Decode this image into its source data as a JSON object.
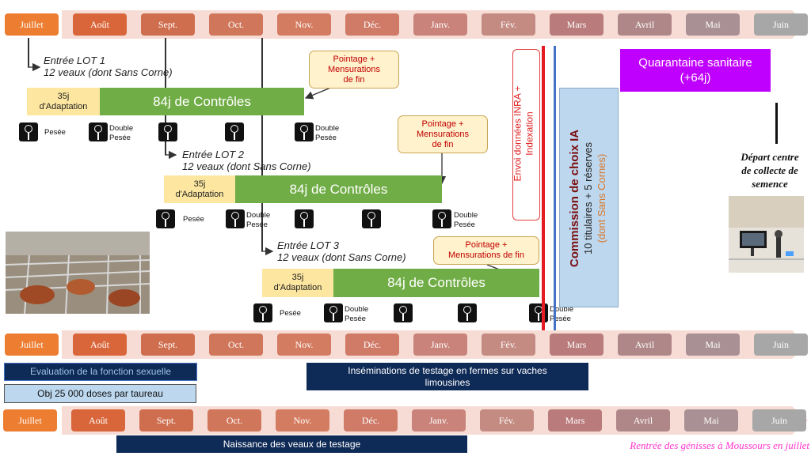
{
  "months": [
    "Juillet",
    "Août",
    "Sept.",
    "Oct.",
    "Nov.",
    "Déc.",
    "Janv.",
    "Fév.",
    "Mars",
    "Avril",
    "Mai",
    "Juin"
  ],
  "month_colors": [
    "#ed7d31",
    "#d9663a",
    "#cf6e4f",
    "#d0775b",
    "#d47c61",
    "#cf7b68",
    "#c9837a",
    "#c48b82",
    "#b97b7b",
    "#b08788",
    "#a99094",
    "#a7a7a7"
  ],
  "lot1": {
    "line1": "Entrée LOT 1",
    "line2": "12 veaux (dont Sans Corne)",
    "adapt1": "35j",
    "adapt2": "d'Adaptation",
    "control": "84j de Contrôles"
  },
  "lot2": {
    "line1": "Entrée LOT 2",
    "line2": "12 veaux (dont Sans Corne)",
    "adapt1": "35j",
    "adapt2": "d'Adaptation",
    "control": "84j de Contrôles"
  },
  "lot3": {
    "line1": "Entrée LOT 3",
    "line2": "12 veaux (dont Sans Corne)",
    "adapt1": "35j",
    "adapt2": "d'Adaptation",
    "control": "84j de Contrôles"
  },
  "callout": {
    "line1": "Pointage +",
    "line2": "Mensurations",
    "line3": "de fin",
    "lot3_line2": "Mensurations de fin"
  },
  "weigh": {
    "pesee": "Pesée",
    "double": "Double",
    "double_pesee": "Pesée"
  },
  "envoi": {
    "line1": "Envoi données INRA +",
    "line2": "Indexation"
  },
  "commission": {
    "title": "Commission de choix IA",
    "sub1": "10 titulaires + 5 réserves",
    "sub2": "(dont Sans Cornes)"
  },
  "quarantine": {
    "line1": "Quarantaine sanitaire",
    "line2": "(+64j)"
  },
  "depart": {
    "line1": "Départ centre",
    "line2": "de collecte de",
    "line3": "semence"
  },
  "evaluation": "Evaluation de la fonction sexuelle",
  "objectif": "Obj 25 000 doses par taureau",
  "inseminations": {
    "line1": "Inséminations de testage en fermes sur vaches",
    "line2": "limousines"
  },
  "naissance": "Naissance des veaux de testage",
  "rentree": "Rentrée des génisses à Moussours en juillet",
  "colors": {
    "red_line": "#e51c23",
    "blue_line": "#4472c4",
    "purple": "#c000ff",
    "green": "#71ad47",
    "navy": "#0e2a56"
  }
}
